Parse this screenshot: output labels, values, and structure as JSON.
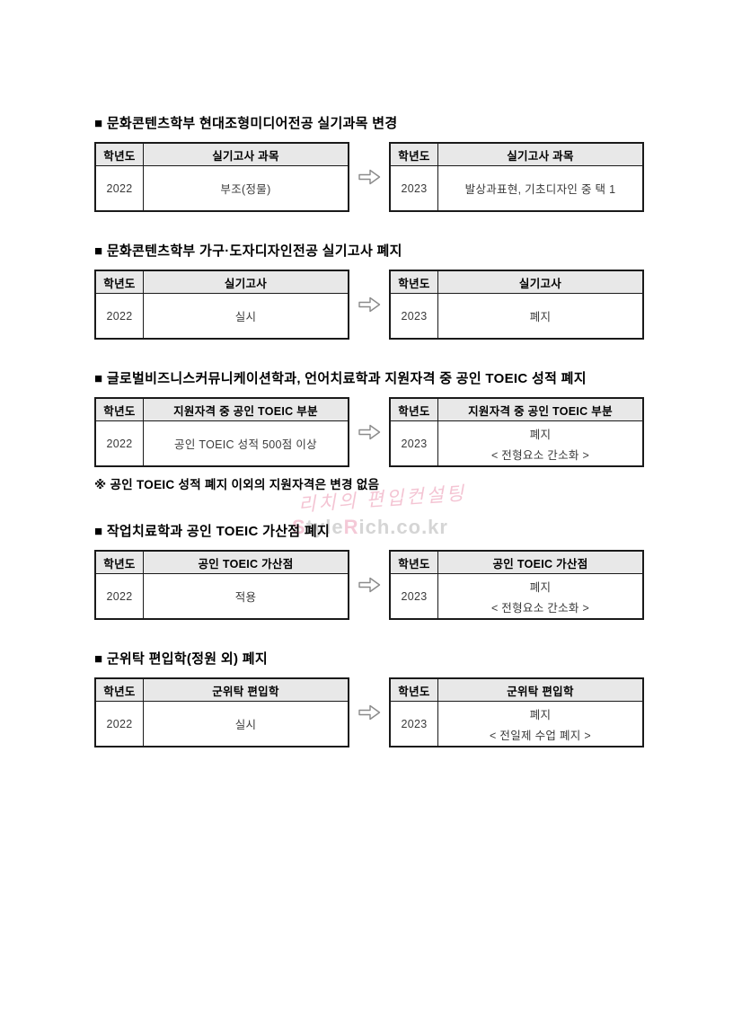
{
  "colors": {
    "table_header_bg": "#e8e8e8",
    "table_border": "#1a1a1a",
    "arrow_outline": "#8a8a8a",
    "watermark_pink": "#eb94af",
    "watermark_gray": "#969696"
  },
  "watermark": {
    "script_text": "리치의 편입컨설팅",
    "url_s": "S",
    "url_tyle": "tyle",
    "url_r": "R",
    "url_rest": "ich.co.kr"
  },
  "sections": [
    {
      "heading": "■ 문화콘텐츠학부 현대조형미디어전공 실기과목 변경",
      "before": {
        "year_header": "학년도",
        "col_header": "실기고사 과목",
        "year": "2022",
        "value": "부조(정물)",
        "value_sub": ""
      },
      "after": {
        "year_header": "학년도",
        "col_header": "실기고사 과목",
        "year": "2023",
        "value": "발상과표현, 기초디자인 중 택 1",
        "value_sub": ""
      },
      "note": ""
    },
    {
      "heading": "■ 문화콘텐츠학부 가구·도자디자인전공 실기고사 폐지",
      "before": {
        "year_header": "학년도",
        "col_header": "실기고사",
        "year": "2022",
        "value": "실시",
        "value_sub": ""
      },
      "after": {
        "year_header": "학년도",
        "col_header": "실기고사",
        "year": "2023",
        "value": "폐지",
        "value_sub": ""
      },
      "note": ""
    },
    {
      "heading": "■ 글로벌비즈니스커뮤니케이션학과, 언어치료학과 지원자격 중 공인 TOEIC 성적 폐지",
      "before": {
        "year_header": "학년도",
        "col_header": "지원자격 중 공인 TOEIC 부분",
        "year": "2022",
        "value": "공인 TOEIC 성적 500점 이상",
        "value_sub": ""
      },
      "after": {
        "year_header": "학년도",
        "col_header": "지원자격 중 공인 TOEIC 부분",
        "year": "2023",
        "value": "폐지",
        "value_sub": "< 전형요소 간소화 >"
      },
      "note": "※ 공인 TOEIC 성적 폐지 이외의 지원자격은 변경 없음"
    },
    {
      "heading": "■ 작업치료학과 공인 TOEIC 가산점 폐지",
      "before": {
        "year_header": "학년도",
        "col_header": "공인 TOEIC 가산점",
        "year": "2022",
        "value": "적용",
        "value_sub": ""
      },
      "after": {
        "year_header": "학년도",
        "col_header": "공인 TOEIC 가산점",
        "year": "2023",
        "value": "폐지",
        "value_sub": "< 전형요소 간소화 >"
      },
      "note": ""
    },
    {
      "heading": "■ 군위탁 편입학(정원 외) 폐지",
      "before": {
        "year_header": "학년도",
        "col_header": "군위탁 편입학",
        "year": "2022",
        "value": "실시",
        "value_sub": ""
      },
      "after": {
        "year_header": "학년도",
        "col_header": "군위탁 편입학",
        "year": "2023",
        "value": "폐지",
        "value_sub": "< 전일제 수업 폐지 >"
      },
      "note": ""
    }
  ]
}
